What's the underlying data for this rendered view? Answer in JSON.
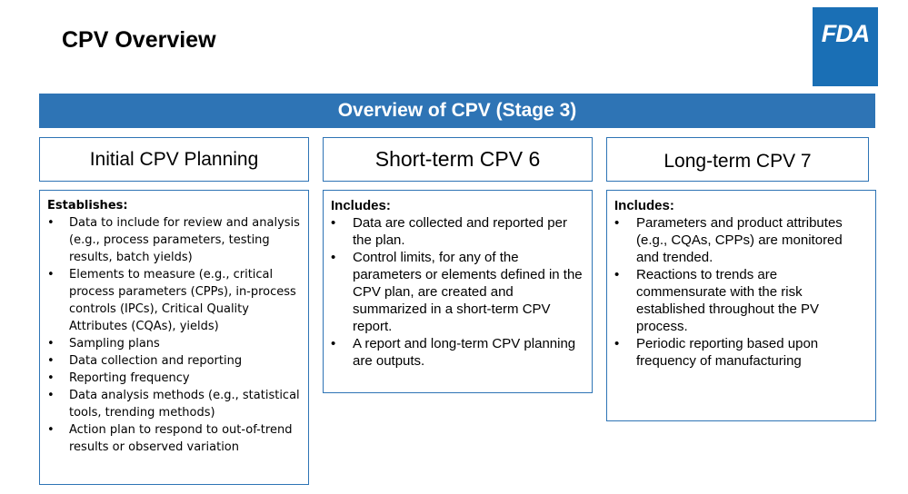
{
  "slide": {
    "title": "CPV Overview",
    "logo_text": "FDA",
    "banner": "Overview of CPV (Stage 3)"
  },
  "columns": [
    {
      "heading": "Initial CPV Planning",
      "lead": "Establishes:",
      "bullets": [
        "Data to include for review and analysis (e.g., process parameters, testing results, batch yields)",
        "Elements to measure (e.g., critical process parameters (CPPs), in-process controls (IPCs), Critical Quality Attributes (CQAs), yields)",
        "Sampling plans",
        "Data collection and reporting",
        "Reporting frequency",
        "Data analysis methods (e.g., statistical tools, trending methods)",
        "Action plan to respond to out-of-trend results or observed variation"
      ]
    },
    {
      "heading": "Short-term CPV 6",
      "lead": "Includes:",
      "bullets": [
        "Data are collected and reported per the plan.",
        "Control limits, for any of the parameters or elements defined in the CPV plan, are created and summarized in a short-term CPV report.",
        "A report and long-term CPV planning are outputs."
      ]
    },
    {
      "heading": "Long-term CPV 7",
      "lead": "Includes:",
      "bullets": [
        "Parameters and product attributes (e.g., CQAs, CPPs) are monitored and trended.",
        "Reactions to trends are commensurate with the risk established throughout the PV process.",
        "Periodic reporting based upon frequency of manufacturing"
      ]
    }
  ],
  "bullet_glyph": "•",
  "colors": {
    "banner": "#2e74b5",
    "logo": "#1a6fb5",
    "box_border": "#2e74b5"
  }
}
